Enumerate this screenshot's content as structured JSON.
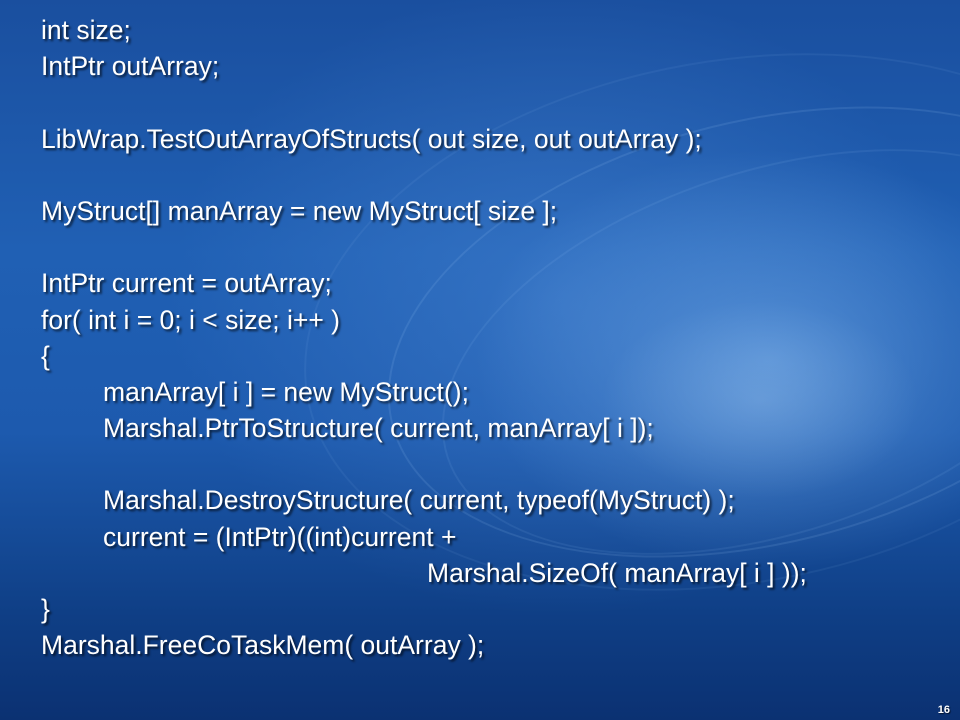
{
  "slide": {
    "code_lines": [
      "int size;",
      "IntPtr outArray;",
      "",
      "LibWrap.TestOutArrayOfStructs( out size, out outArray );",
      "",
      "MyStruct[] manArray = new MyStruct[ size ];",
      "",
      "IntPtr current = outArray;",
      "for( int i = 0; i < size; i++ )",
      "{",
      "manArray[ i ] = new MyStruct();",
      "Marshal.PtrToStructure( current, manArray[ i ]);",
      "",
      "Marshal.DestroyStructure( current, typeof(MyStruct) );",
      "current = (IntPtr)((int)current +",
      "Marshal.SizeOf( manArray[ i ] ));",
      "}",
      "Marshal.FreeCoTaskMem( outArray );"
    ],
    "slide_number": "16",
    "colors": {
      "background": "#1d58a8",
      "text": "#ffffff"
    }
  }
}
